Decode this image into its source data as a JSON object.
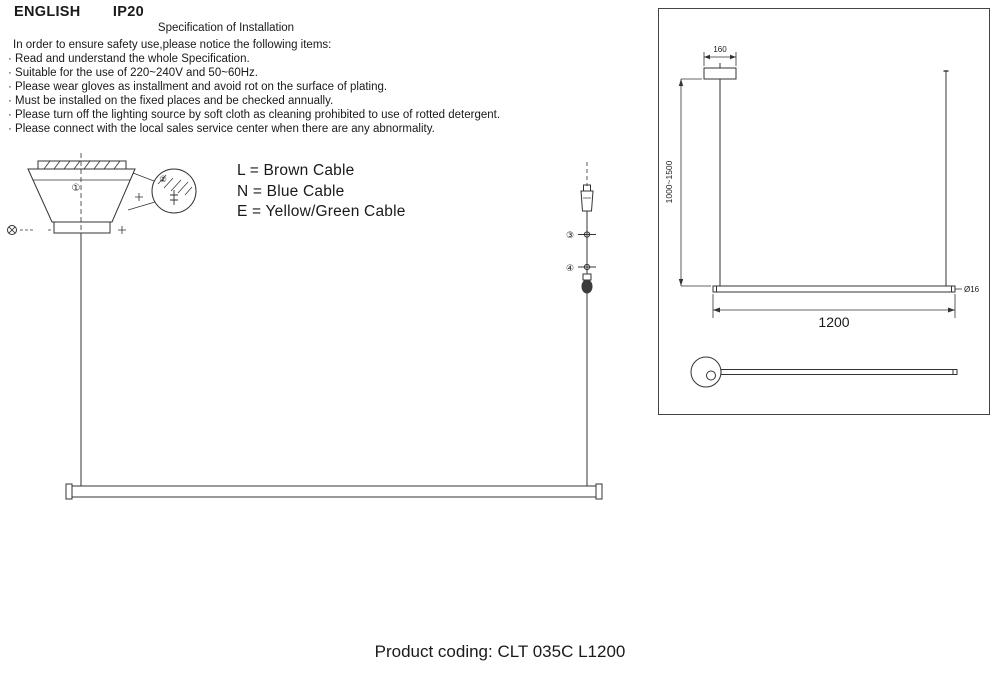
{
  "header": {
    "language": "ENGLISH",
    "ip_rating": "IP20"
  },
  "spec": {
    "title": "Specification of Installation",
    "intro": "In order to ensure safety use,please notice the following items:",
    "items": [
      "· Read and understand the whole Specification.",
      "· Suitable for the use of 220~240V and 50~60Hz.",
      "· Please wear gloves as installment and avoid rot on the surface of plating.",
      "· Must be installed on the fixed places and be checked annually.",
      "· Please turn off the lighting source by soft cloth as cleaning prohibited to use of rotted detergent.",
      "· Please connect with the local sales service center when there are any abnormality."
    ]
  },
  "wiring_legend": {
    "live": "L = Brown Cable",
    "neutral": "N = Blue Cable",
    "earth": "E = Yellow/Green Cable"
  },
  "dimensions": {
    "canopy_width": "160",
    "suspension_height": "1000~1500",
    "bar_length": "1200",
    "bar_diameter": "Ø16"
  },
  "callouts": {
    "c1": "①",
    "c2": "②",
    "c3": "③",
    "c4": "④"
  },
  "footer": {
    "product_coding": "Product coding: CLT 035C L1200"
  }
}
